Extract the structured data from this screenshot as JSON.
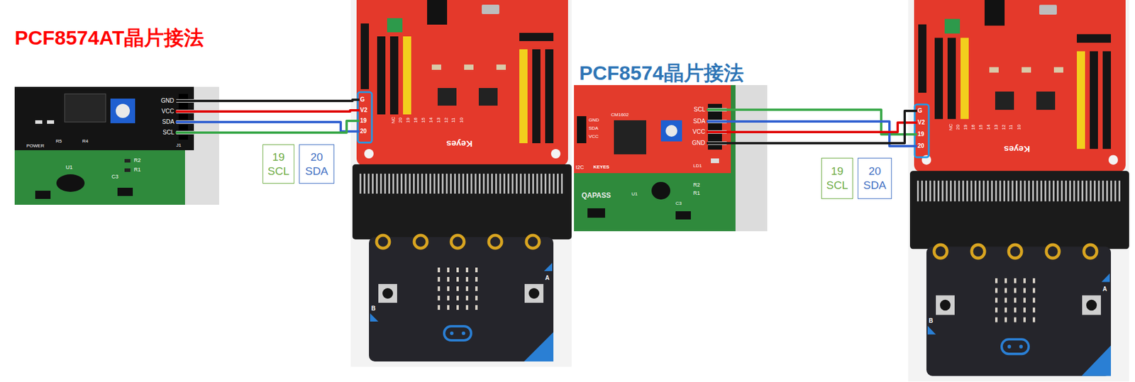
{
  "diagram": {
    "nodes": [
      {
        "text": [
          "GND"
        ]
      },
      {
        "text": [
          "VCC"
        ]
      },
      {
        "text": [
          "SDA"
        ]
      },
      {
        "text": [
          "SCL"
        ]
      },
      {
        "text": [
          "G"
        ]
      },
      {
        "text": [
          "V2"
        ]
      },
      {
        "text": [
          "19"
        ]
      },
      {
        "text": [
          "20"
        ]
      },
      {
        "text": [
          "19",
          "SCL"
        ]
      },
      {
        "text": [
          "20",
          "SDA"
        ]
      },
      {
        "text": [
          "SCL"
        ]
      },
      {
        "text": [
          "SDA"
        ]
      },
      {
        "text": [
          "VCC"
        ]
      },
      {
        "text": [
          "GND"
        ]
      },
      {
        "text": [
          "G"
        ]
      },
      {
        "text": [
          "V2"
        ]
      },
      {
        "text": [
          "19"
        ]
      },
      {
        "text": [
          "20"
        ]
      },
      {
        "text": [
          "19",
          "SCL"
        ]
      },
      {
        "text": [
          "20",
          "SDA"
        ]
      }
    ],
    "edges": [
      {
        "from": 0,
        "to": 4,
        "arrow": "none"
      },
      {
        "from": 1,
        "to": 5,
        "arrow": "none"
      },
      {
        "from": 2,
        "to": 7,
        "arrow": "none"
      },
      {
        "from": 3,
        "to": 6,
        "arrow": "none"
      },
      {
        "from": 10,
        "to": 16,
        "arrow": "none"
      },
      {
        "from": 11,
        "to": 17,
        "arrow": "none"
      },
      {
        "from": 12,
        "to": 15,
        "arrow": "none"
      },
      {
        "from": 13,
        "to": 14,
        "arrow": "none"
      }
    ],
    "labels": [
      "PCF8574AT晶片接法",
      "PCF8574晶片接法",
      "POWER",
      "R5",
      "R4",
      "J1",
      "U1",
      "R2",
      "R1",
      "C3",
      "CM1602",
      "KEYES",
      "I2C",
      "GND",
      "SDA",
      "VCC",
      "LD1",
      "QAPASS",
      "U1",
      "R2",
      "R1",
      "C3",
      "Keyes",
      "B",
      "A",
      "Keyes",
      "B",
      "A",
      "NC",
      "20",
      "19",
      "16",
      "15",
      "14",
      "13",
      "12",
      "11",
      "10",
      "NC",
      "20",
      "19",
      "16",
      "15",
      "14",
      "13",
      "12",
      "11",
      "10"
    ]
  }
}
